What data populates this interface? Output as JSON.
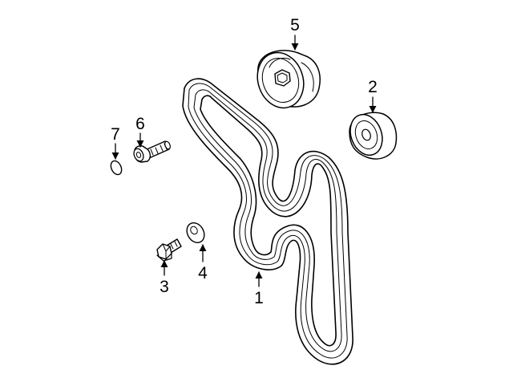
{
  "callouts": {
    "belt": "1",
    "idler_pulley": "2",
    "pulley_bolt": "3",
    "washer": "4",
    "tensioner": "5",
    "tensioner_bolt": "6",
    "o_ring": "7"
  },
  "colors": {
    "line": "#000000",
    "background": "#ffffff"
  },
  "icons": {
    "arrow": "arrow-icon"
  }
}
